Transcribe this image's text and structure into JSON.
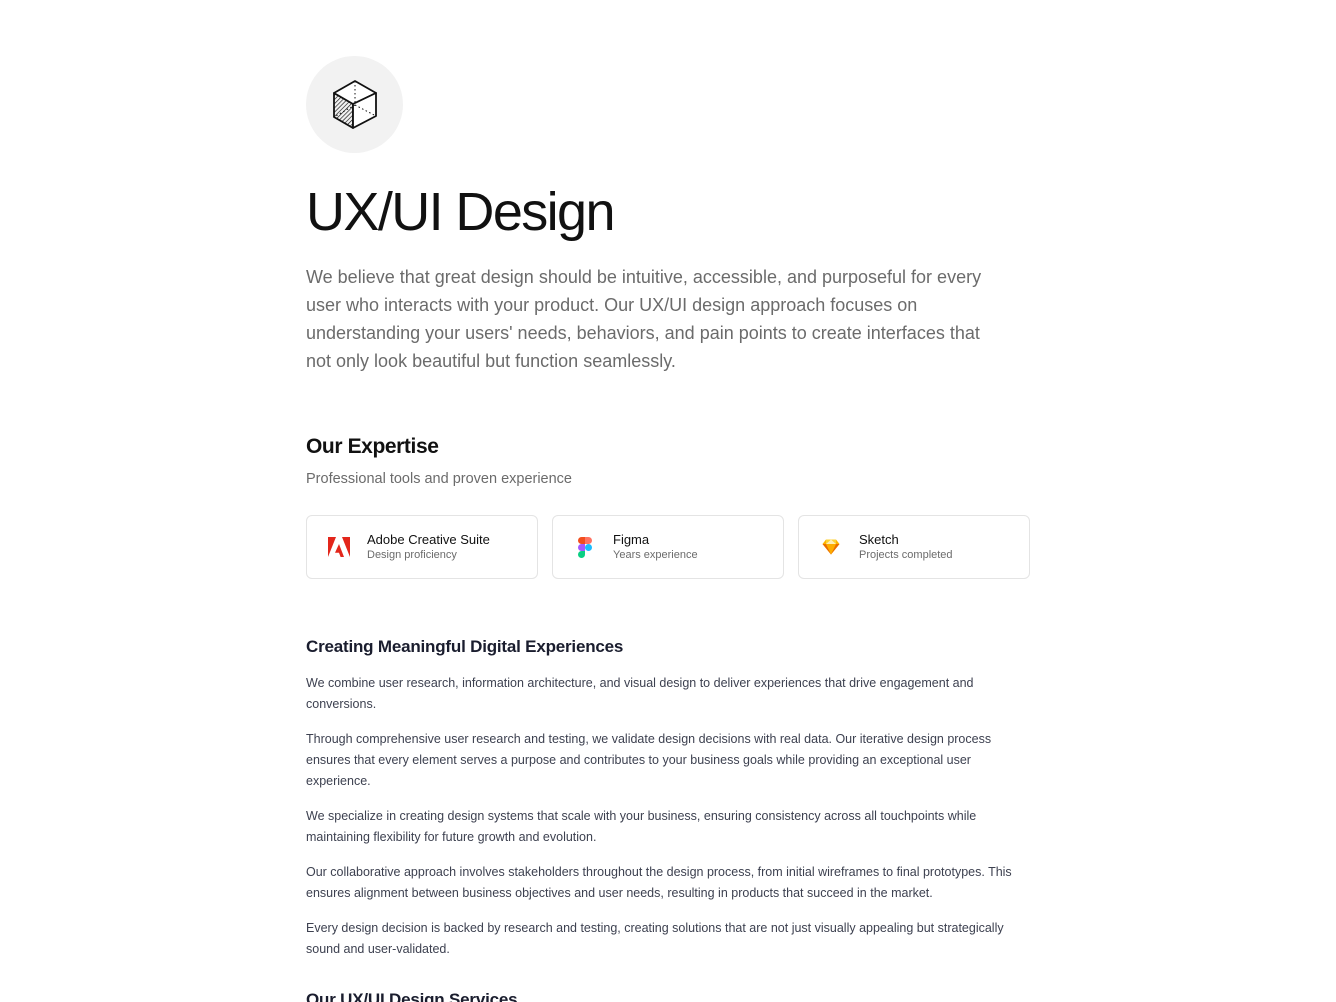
{
  "hero": {
    "icon": "cube-icon",
    "title": "UX/UI Design",
    "lead": "We believe that great design should be intuitive, accessible, and purposeful for every user who interacts with your product. Our UX/UI design approach focuses on understanding your users' needs, behaviors, and pain points to create interfaces that not only look beautiful but function seamlessly."
  },
  "expertise": {
    "title": "Our Expertise",
    "subtitle": "Professional tools and proven experience",
    "cards": [
      {
        "icon": "adobe-icon",
        "title": "Adobe Creative Suite",
        "subtitle": "Design proficiency",
        "color": "#e3261b"
      },
      {
        "icon": "figma-icon",
        "title": "Figma",
        "subtitle": "Years experience"
      },
      {
        "icon": "sketch-icon",
        "title": "Sketch",
        "subtitle": "Projects completed",
        "color": "#f7b500"
      }
    ]
  },
  "content": {
    "title": "Creating Meaningful Digital Experiences",
    "paragraphs": [
      "We combine user research, information architecture, and visual design to deliver experiences that drive engagement and conversions.",
      "Through comprehensive user research and testing, we validate design decisions with real data. Our iterative design process ensures that every element serves a purpose and contributes to your business goals while providing an exceptional user experience.",
      "We specialize in creating design systems that scale with your business, ensuring consistency across all touchpoints while maintaining flexibility for future growth and evolution.",
      "Our collaborative approach involves stakeholders throughout the design process, from initial wireframes to final prototypes. This ensures alignment between business objectives and user needs, resulting in products that succeed in the market.",
      "Every design decision is backed by research and testing, creating solutions that are not just visually appealing but strategically sound and user-validated."
    ]
  },
  "services": {
    "title": "Our UX/UI Design Services"
  }
}
